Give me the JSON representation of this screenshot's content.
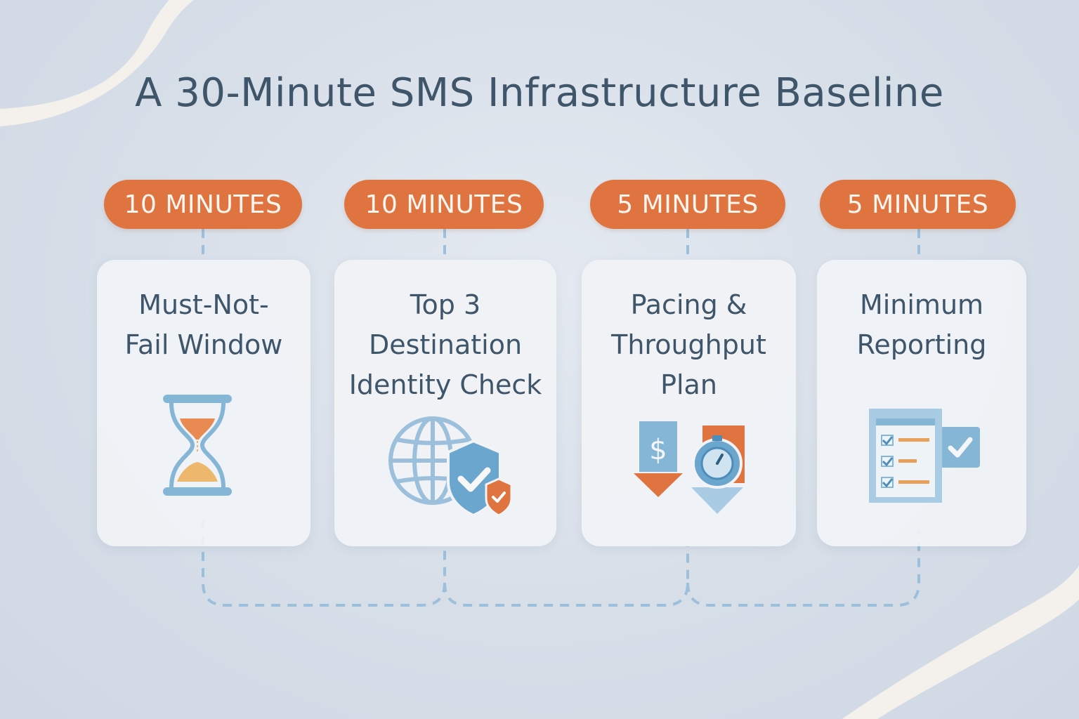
{
  "title": "A 30-Minute SMS Infrastructure Baseline",
  "colors": {
    "background": "#d7dee8",
    "accent": "#e07440",
    "icon_blue": "#86b6d6",
    "text": "#3f5569"
  },
  "steps": [
    {
      "duration": "10 MINUTES",
      "title_lines": [
        "Must-Not-",
        "Fail Window"
      ],
      "icon": "hourglass-icon"
    },
    {
      "duration": "10 MINUTES",
      "title_lines": [
        "Top 3",
        "Destination",
        "Identity Check"
      ],
      "icon": "globe-shield-icon"
    },
    {
      "duration": "5 MINUTES",
      "title_lines": [
        "Pacing &",
        "Throughput",
        "Plan"
      ],
      "icon": "dollar-stopwatch-icon"
    },
    {
      "duration": "5 MINUTES",
      "title_lines": [
        "Minimum",
        "Reporting"
      ],
      "icon": "checklist-report-icon"
    }
  ]
}
